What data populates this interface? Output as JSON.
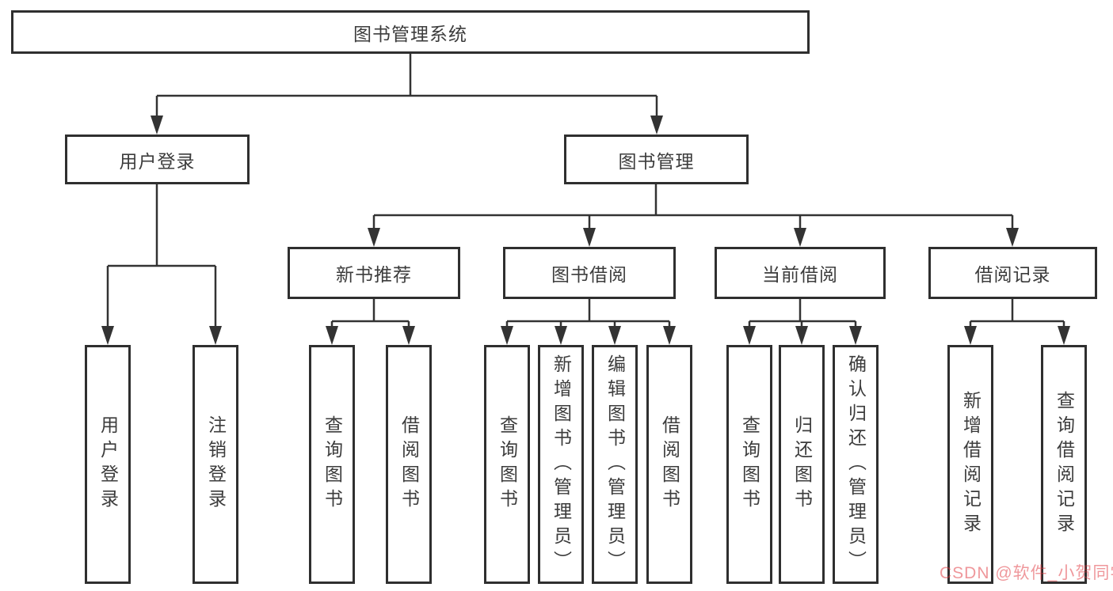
{
  "nodes": {
    "root": "图书管理系统",
    "user_login": "用户登录",
    "book_mgmt": "图书管理",
    "new_book_rec": "新书推荐",
    "book_borrow": "图书借阅",
    "current_borrow": "当前借阅",
    "borrow_record": "借阅记录",
    "user_login_leaf": "用户登录",
    "logout_leaf": "注销登录",
    "nb_query_book": "查询图书",
    "nb_borrow_book": "借阅图书",
    "bb_query_book": "查询图书",
    "bb_add_book": "新增图书（管理员）",
    "bb_edit_book": "编辑图书（管理员）",
    "bb_borrow_book": "借阅图书",
    "cb_query_book": "查询图书",
    "cb_return_book": "归还图书",
    "cb_confirm_return": "确认归还（管理员）",
    "br_add_record": "新增借阅记录",
    "br_query_record": "查询借阅记录"
  },
  "watermark": {
    "text": "CSDN @软件_小贺同学",
    "color": "#ef9b9b"
  },
  "colors": {
    "line": "#333333",
    "box_border": "#2f2f2f",
    "text": "#3c3c3c",
    "background": "#ffffff"
  }
}
